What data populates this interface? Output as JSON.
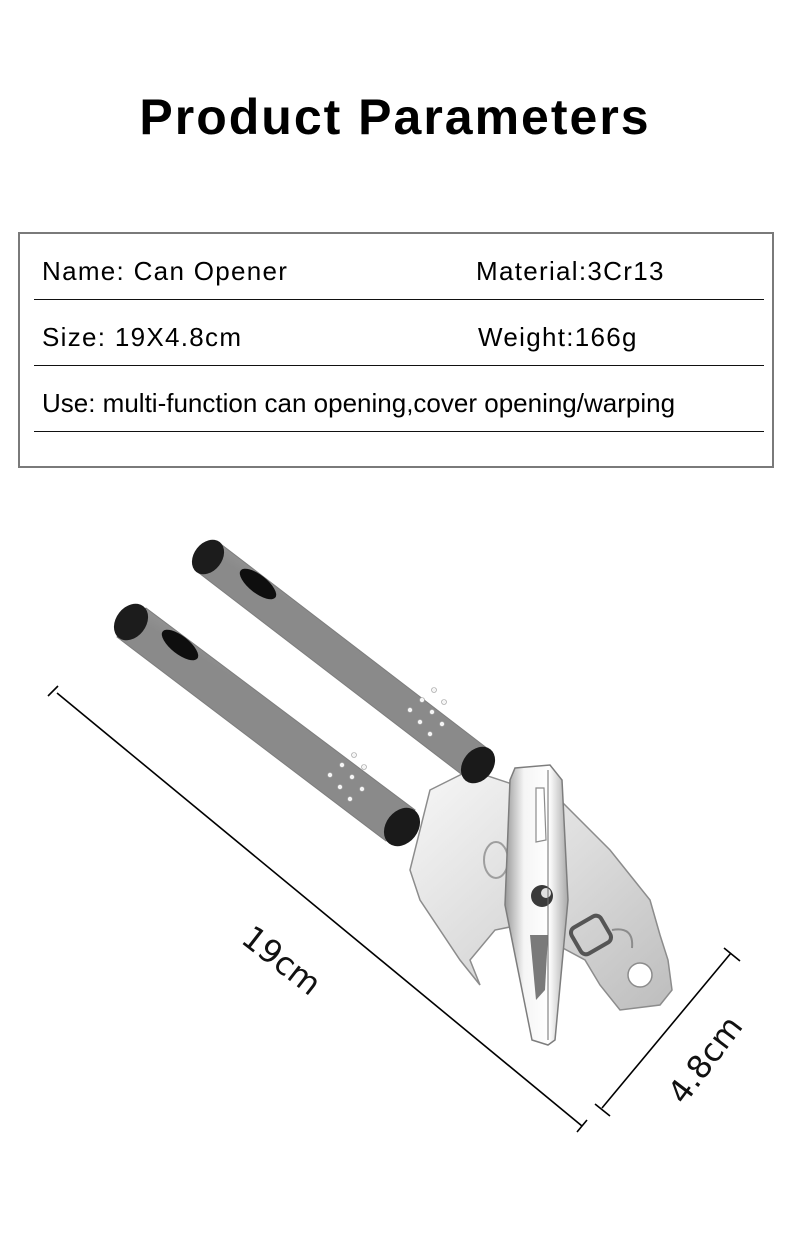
{
  "header": {
    "title": "Product Parameters"
  },
  "parameters": {
    "name": "Name: Can Opener",
    "material": "Material:3Cr13",
    "size": "Size: 19X4.8cm",
    "weight": "Weight:166g",
    "use": "Use: multi-function can opening,cover opening/warping"
  },
  "figure": {
    "length_label": "19cm",
    "width_label": "4.8cm",
    "colors": {
      "steel_light": "#e6e6e6",
      "steel_mid": "#b5b5b5",
      "steel_dark": "#7d7d7d",
      "rubber": "#1a1a1a",
      "dimension_line": "#000000"
    }
  }
}
